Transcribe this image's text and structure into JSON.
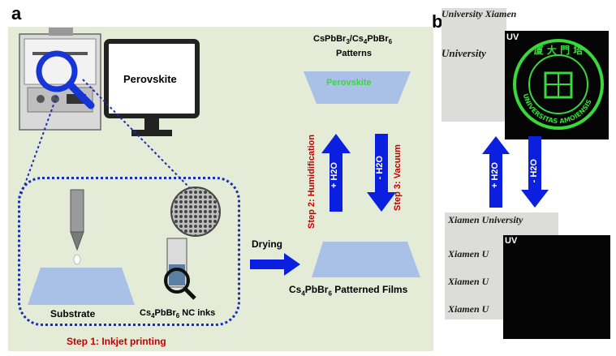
{
  "panel_a": {
    "letter": "a",
    "monitor_text": "Perovskite",
    "top_film_label_line1": "CsPbBr3/Cs4PbBr6",
    "top_film_label_line2": "Patterns",
    "top_film_text": "Perovskite",
    "step2": "Step 2: Humidification",
    "step3": "Step 3: Vacuum",
    "arrow_plus_h2o": "+ H2O",
    "arrow_minus_h2o": "- H2O",
    "drying": "Drying",
    "bottom_film_label": "Cs4PbBr6 Patterned Films",
    "substrate": "Substrate",
    "ink_label": "Cs4PbBr6 NC inks",
    "step1": "Step 1: Inkjet printing"
  },
  "panel_b": {
    "letter": "b",
    "uv_top": "UV",
    "uv_bottom": "UV",
    "arrow_plus_h2o": "+ H2O",
    "arrow_minus_h2o": "- H2O",
    "top_photo_line1": "University  Xiamen",
    "top_photo_line2": "University",
    "bottom_photo_line1": "Xiamen University",
    "bottom_photo_line2": "Xiamen U",
    "bottom_photo_line3": "Xiamen U",
    "bottom_photo_line4": "Xiamen U",
    "seal_text": "UNIVERSITAS AMOIENSIS"
  },
  "colors": {
    "panel_bg": "#e4ecd8",
    "arrow_blue": "#0a1fe0",
    "step_red": "#c00000",
    "film_blue": "#a9c1e6",
    "seal_green": "#3ad83a"
  }
}
